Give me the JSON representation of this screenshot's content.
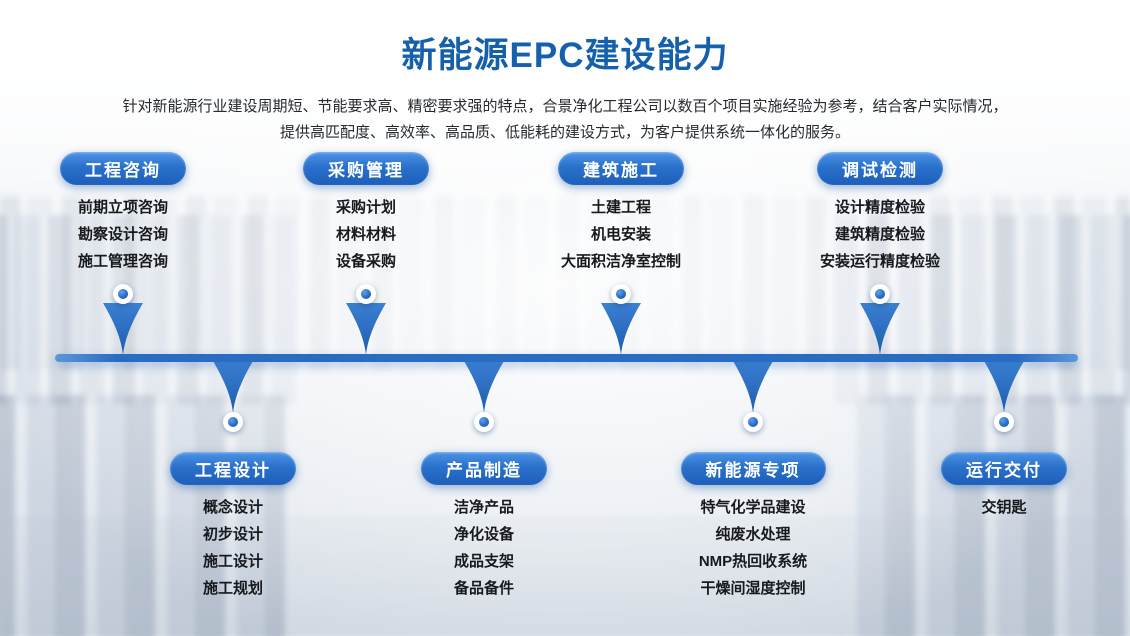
{
  "header": {
    "title": "新能源EPC建设能力",
    "description": "针对新能源行业建设周期短、节能要求高、精密要求强的特点，合景净化工程公司以数百个项目实施经验为参考，结合客户实际情况，\n提供高匹配度、高效率、高品质、低能耗的建设方式，为客户提供系统一体化的服务。"
  },
  "colors": {
    "title_blue": "#1460ab",
    "pill_blue": "#1d5fba",
    "axis_blue": "#2a6cc2",
    "text_dark": "#17191d"
  },
  "timeline": {
    "top_groups": [
      {
        "label": "工程咨询",
        "items": [
          "前期立项咨询",
          "勘察设计咨询",
          "施工管理咨询"
        ]
      },
      {
        "label": "采购管理",
        "items": [
          "采购计划",
          "材料材料",
          "设备采购"
        ]
      },
      {
        "label": "建筑施工",
        "items": [
          "土建工程",
          "机电安装",
          "大面积洁净室控制"
        ]
      },
      {
        "label": "调试检测",
        "items": [
          "设计精度检验",
          "建筑精度检验",
          "安装运行精度检验"
        ]
      }
    ],
    "bottom_groups": [
      {
        "label": "工程设计",
        "items": [
          "概念设计",
          "初步设计",
          "施工设计",
          "施工规划"
        ]
      },
      {
        "label": "产品制造",
        "items": [
          "洁净产品",
          "净化设备",
          "成品支架",
          "备品备件"
        ]
      },
      {
        "label": "新能源专项",
        "items": [
          "特气化学品建设",
          "纯废水处理",
          "NMP热回收系统",
          "干燥间湿度控制"
        ]
      },
      {
        "label": "运行交付",
        "items": [
          "交钥匙"
        ]
      }
    ]
  }
}
